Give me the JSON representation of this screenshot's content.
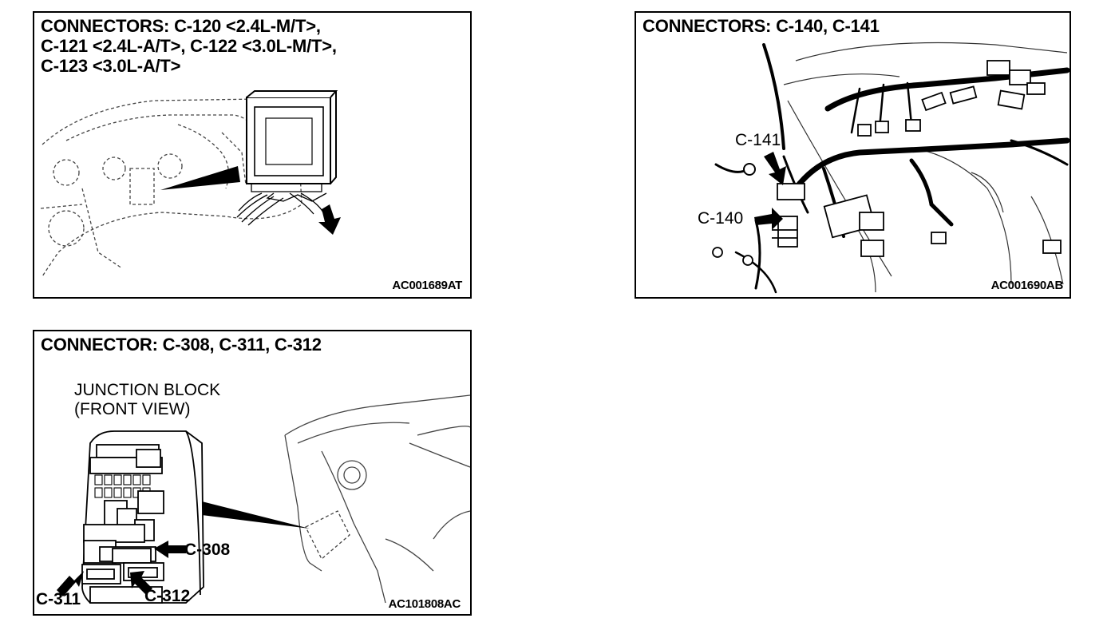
{
  "panels": {
    "ecu": {
      "title": "CONNECTORS: C-120 <2.4L-M/T>,\nC-121 <2.4L-A/T>, C-122 <3.0L-M/T>,\nC-123 <3.0L-A/T>",
      "code": "AC001689AT"
    },
    "harness": {
      "title": "CONNECTORS: C-140, C-141",
      "code": "AC001690AB",
      "labels": {
        "c141": "C-141",
        "c140": "C-140"
      }
    },
    "junction": {
      "title": "CONNECTOR: C-308, C-311, C-312",
      "caption": "JUNCTION BLOCK\n(FRONT VIEW)",
      "code": "AC101808AC",
      "labels": {
        "c308": "C-308",
        "c311": "C-311",
        "c312": "C-312"
      }
    }
  }
}
